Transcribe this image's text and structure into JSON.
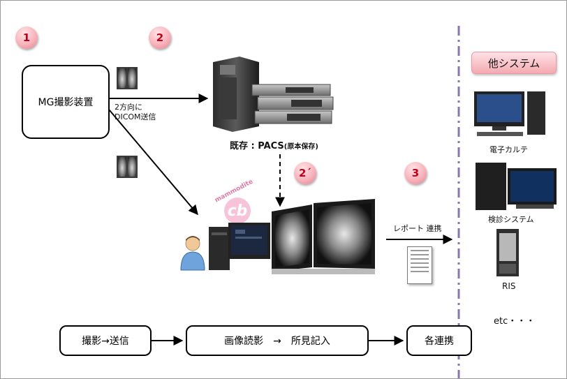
{
  "steps": [
    "1",
    "2",
    "2´",
    "3"
  ],
  "mg_device": {
    "label": "MG撮影装置"
  },
  "send_note": {
    "line1": "2方向に",
    "line2": "DICOM送信"
  },
  "pacs": {
    "main": "既存 : PACS",
    "note": "(原本保存)"
  },
  "logo": {
    "text": "mammodite",
    "mark": "cb"
  },
  "report_link": {
    "label": "レポート 連携"
  },
  "other_systems": {
    "title": "他システム",
    "items": [
      {
        "label": "電子カルテ",
        "icon": "desktop-computer-icon"
      },
      {
        "label": "検診システム",
        "icon": "workstation-icon"
      },
      {
        "label": "RIS",
        "icon": "server-rack-icon"
      }
    ],
    "etc": "etc・・・"
  },
  "flow": {
    "step1": "撮影→送信",
    "step2": "画像読影　→　所見記入",
    "step3": "各連携"
  },
  "colors": {
    "step_badge": "#f8b3bb",
    "step_text": "#c0001a",
    "divider": "#8877aa",
    "title_fill": "#f5a9b1"
  }
}
